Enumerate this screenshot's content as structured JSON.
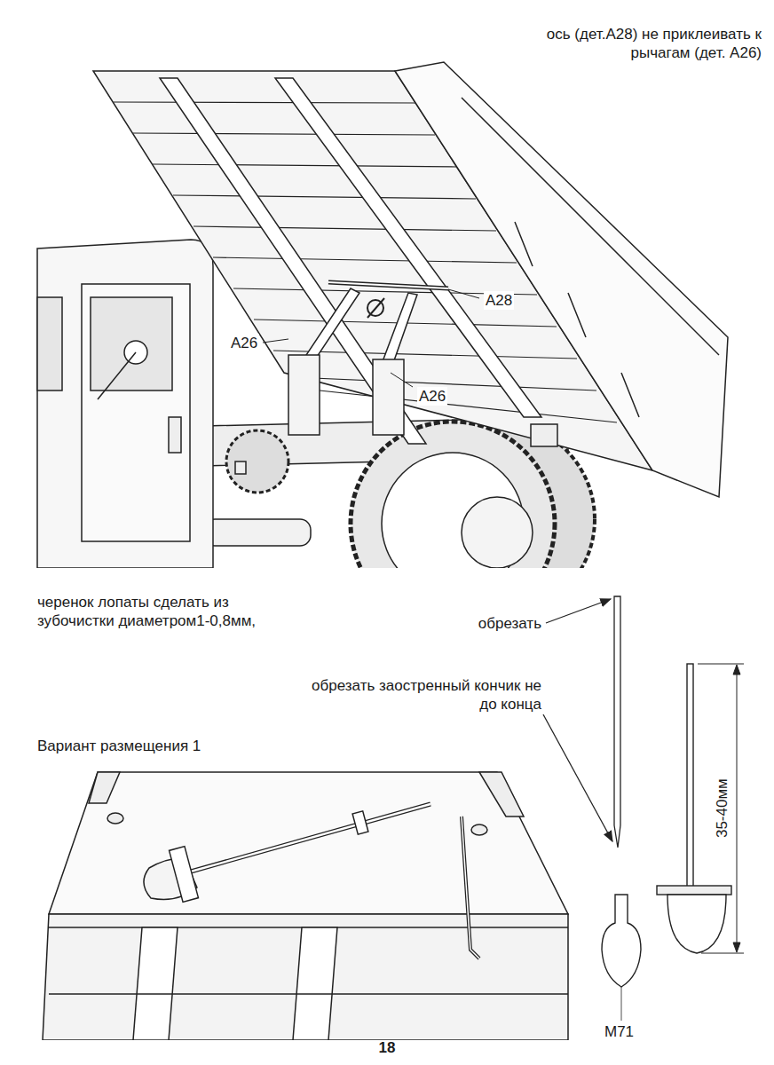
{
  "diagram": {
    "labels": [
      "ось (дет.А28) не приклеивать к рычагам (дет. А26)",
      "A28",
      "A26",
      "A26",
      "черенок лопаты сделать из зубочистки диаметром1-0,8мм,",
      "обрезать",
      "обрезать заостренный кончик не до конца",
      "Вариант размещения 1",
      "35-40мм",
      "М71",
      "18"
    ]
  }
}
